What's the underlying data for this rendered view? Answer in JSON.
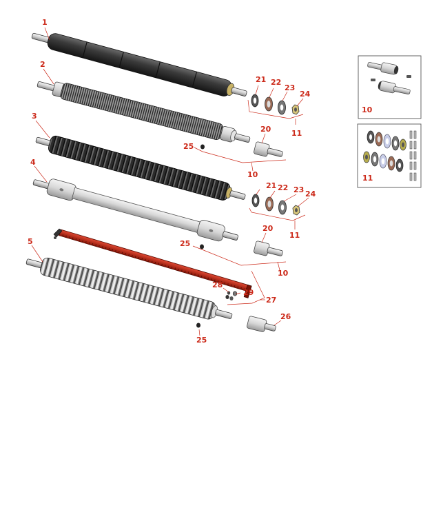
{
  "diagram": {
    "accent_color": "#cc2a1a",
    "frame_color": "#555555",
    "callouts": {
      "c1": "1",
      "c2": "2",
      "c3": "3",
      "c4": "4",
      "c5": "5",
      "c21a": "21",
      "c22a": "22",
      "c23a": "23",
      "c24a": "24",
      "c11a": "11",
      "c20a": "20",
      "c25a": "25",
      "c10a": "10",
      "c21b": "21",
      "c22b": "22",
      "c23b": "23",
      "c24b": "24",
      "c11b": "11",
      "c20b": "20",
      "c25b": "25",
      "c10b": "10",
      "c28": "28",
      "c29": "29",
      "c27": "27",
      "c26": "26",
      "c25c": "25"
    },
    "inset_callouts": {
      "kit_10": "10",
      "kit_11": "11"
    }
  }
}
